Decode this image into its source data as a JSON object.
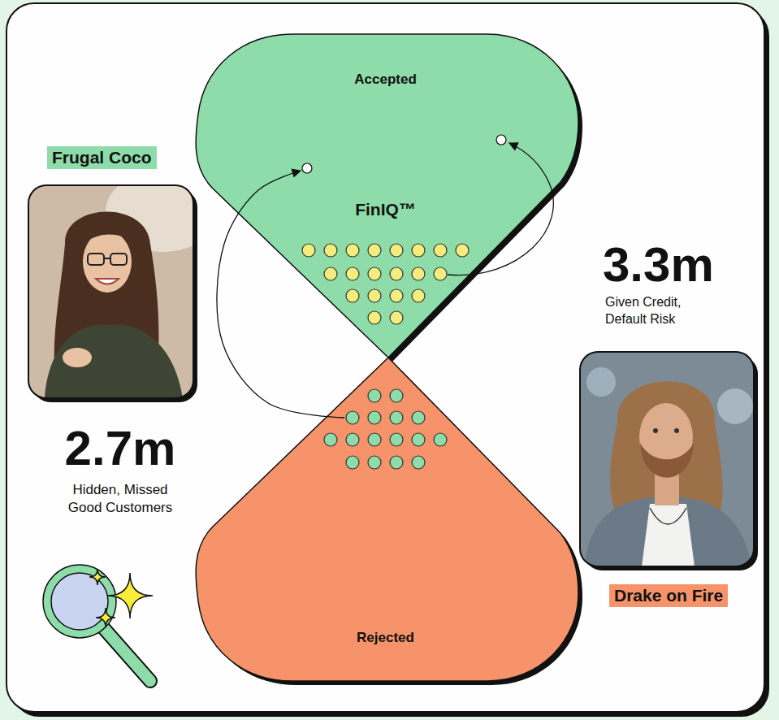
{
  "diagram": {
    "nodes": [
      {
        "text": [
          "Accepted",
          "FinIQ™"
        ]
      },
      {
        "text": [
          "Rejected"
        ]
      },
      {
        "text": [
          "Frugal Coco"
        ]
      },
      {
        "text": [
          "Drake on Fire"
        ]
      }
    ],
    "edges": [
      {
        "from": 1,
        "to": 0,
        "arrow": "to"
      }
    ],
    "labels": [
      "2.7m",
      "Hidden, Missed Good Customers",
      "3.3m",
      "Given Credit, Default Risk"
    ]
  }
}
